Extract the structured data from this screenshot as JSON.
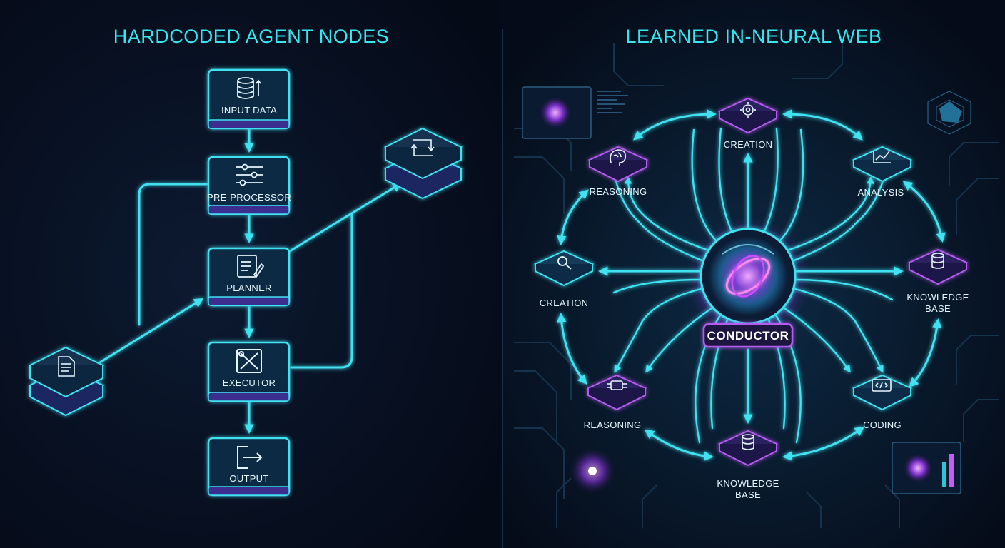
{
  "left": {
    "title": "HARDCODED AGENT NODES",
    "nodes": [
      {
        "id": "input",
        "label": "INPUT DATA",
        "icon": "database-icon"
      },
      {
        "id": "preprocessor",
        "label": "PRE-PROCESSOR",
        "icon": "sliders-icon"
      },
      {
        "id": "planner",
        "label": "PLANNER",
        "icon": "clipboard-icon"
      },
      {
        "id": "executor",
        "label": "EXECUTOR",
        "icon": "tools-icon"
      },
      {
        "id": "output",
        "label": "OUTPUT",
        "icon": "exit-arrow-icon"
      }
    ],
    "side_blocks": [
      {
        "id": "document-stack",
        "icon": "document-icon"
      },
      {
        "id": "loop-stack",
        "icon": "loop-icon"
      }
    ]
  },
  "right": {
    "title": "LEARNED IN-NEURAL WEB",
    "center_label": "CONDUCTOR",
    "nodes": [
      {
        "id": "creation-top",
        "label": "CREATION",
        "icon": "gear-icon",
        "color": "#b55cf0"
      },
      {
        "id": "reasoning-top",
        "label": "REASONING",
        "icon": "brain-icon",
        "color": "#b55cf0"
      },
      {
        "id": "analysis",
        "label": "ANALYSIS",
        "icon": "chart-icon",
        "color": "#2ec4dc"
      },
      {
        "id": "creation-left",
        "label": "CREATION",
        "icon": "search-icon",
        "color": "#2ec4dc"
      },
      {
        "id": "knowledge-right",
        "label": "KNOWLEDGE BASE",
        "label_lines": [
          "KNOWLEDGE",
          "BASE"
        ],
        "icon": "database-icon",
        "color": "#b55cf0"
      },
      {
        "id": "reasoning-bottom",
        "label": "REASONING",
        "icon": "chip-icon",
        "color": "#b55cf0"
      },
      {
        "id": "coding",
        "label": "CODING",
        "icon": "code-icon",
        "color": "#2ec4dc"
      },
      {
        "id": "knowledge-bottom",
        "label": "KNOWLEDGE BASE",
        "label_lines": [
          "KNOWLEDGE",
          "BASE"
        ],
        "icon": "database-icon",
        "color": "#b55cf0"
      }
    ]
  },
  "colors": {
    "background": "#070d1c",
    "accent_cyan": "#3fe2f2",
    "accent_magenta": "#c45cf5",
    "node_fill": "#0f2c44"
  }
}
